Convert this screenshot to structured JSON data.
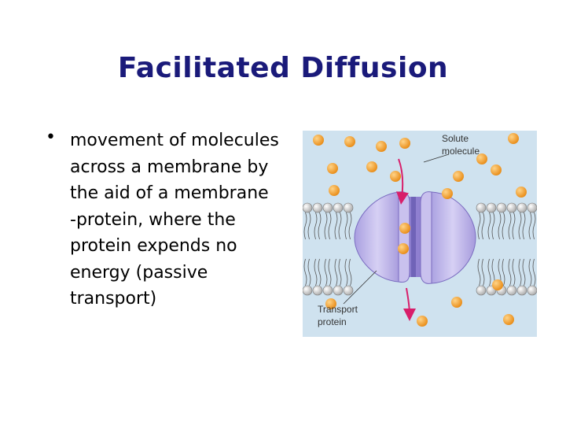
{
  "slide": {
    "title": "Facilitated Diffusion",
    "bullet": "•",
    "bullet_text": "movement of molecules\nacross a membrane by\nthe aid of a membrane\n-protein, where the\nprotein expends no\nenergy (passive\ntransport)"
  },
  "figure": {
    "label_solute_line1": "Solute",
    "label_solute_line2": "molecule",
    "label_transport_line1": "Transport",
    "label_transport_line2": "protein",
    "colors": {
      "background": "#cfe2ef",
      "molecule": "#f0a030",
      "lipid_head": "#d2d2d2",
      "protein": "#b9b0e6",
      "channel": "#8f7fd0",
      "arrow": "#d81e6a"
    }
  }
}
